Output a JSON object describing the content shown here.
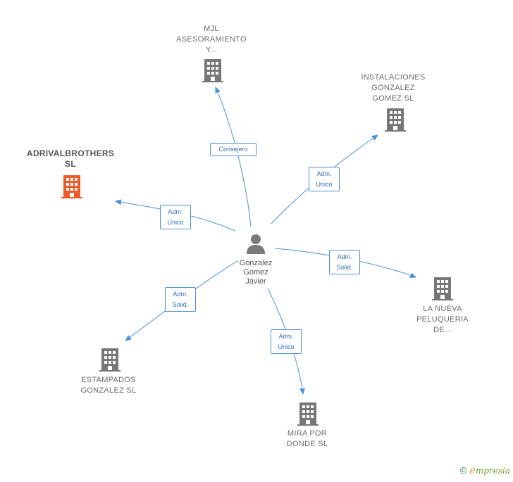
{
  "center": {
    "label": "Gonzalez\nGomez\nJavier",
    "icon": "person-icon"
  },
  "companies": [
    {
      "id": "mjl",
      "label": "MJL\nASESORAMIENTO\nY...",
      "icon": "building-icon",
      "color": "#777777"
    },
    {
      "id": "instalaciones",
      "label": "INSTALACIONES\nGONZALEZ\nGOMEZ SL",
      "icon": "building-icon",
      "color": "#777777"
    },
    {
      "id": "adrival",
      "label": "ADRIVALBROTHERS\nSL",
      "icon": "building-icon",
      "color": "#f05a28"
    },
    {
      "id": "peluqueria",
      "label": "LA NUEVA\nPELUQUERIA\nDE...",
      "icon": "building-icon",
      "color": "#777777"
    },
    {
      "id": "estampados",
      "label": "ESTAMPADOS\nGONZALEZ SL",
      "icon": "building-icon",
      "color": "#777777"
    },
    {
      "id": "mira",
      "label": "MIRA POR\nDONDE  SL",
      "icon": "building-icon",
      "color": "#777777"
    }
  ],
  "roles": {
    "mjl": "Consejero",
    "instalaciones": "Adm.\nUnico",
    "adrival": "Adm.\nUnico",
    "peluqueria": "Adm.\nSolid.",
    "estampados": "Adm.\nSolid.",
    "mira": "Adm.\nUnico"
  },
  "footer": {
    "copyright": "©",
    "brand_e": "e",
    "brand_rest": "mpresia"
  },
  "colors": {
    "edge": "#4a90d9",
    "accent": "#f05a28"
  }
}
